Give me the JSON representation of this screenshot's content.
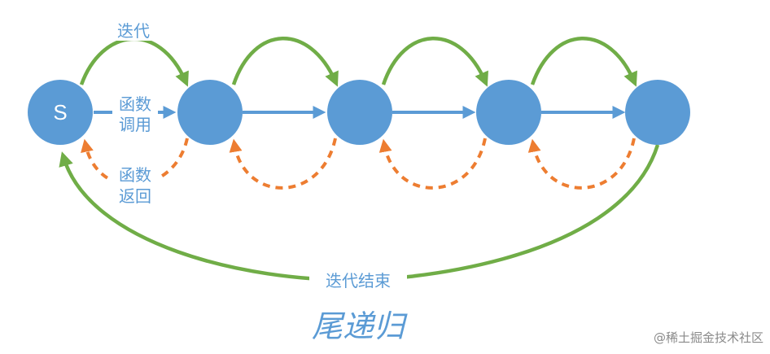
{
  "diagram": {
    "start_node_label": "S",
    "labels": {
      "iterate": "迭代",
      "call_line1": "函数",
      "call_line2": "调用",
      "return_line1": "函数",
      "return_line2": "返回",
      "iteration_end": "迭代结束",
      "title": "尾递归"
    },
    "colors": {
      "node": "#5b9bd5",
      "call_arrow": "#5b9bd5",
      "iterate_arrow": "#70ad47",
      "return_arrow": "#ed7d31"
    }
  },
  "watermark": "@稀土掘金技术社区"
}
